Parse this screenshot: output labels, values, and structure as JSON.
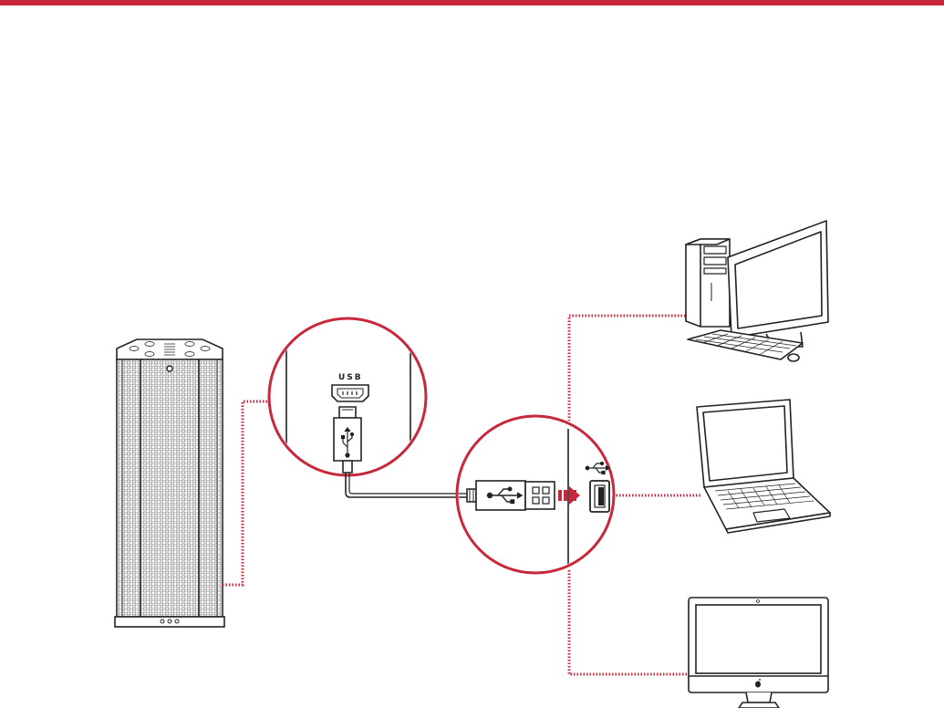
{
  "colors": {
    "accent": "#c8283c",
    "line": "#222222",
    "white": "#ffffff"
  },
  "labels": {
    "usb_port_label": "USB"
  },
  "icons": {
    "usb_symbol": "usb-trident-icon",
    "apple_logo": "apple-logo-icon"
  },
  "devices": [
    "desktop-computer",
    "laptop",
    "all-in-one-computer"
  ]
}
